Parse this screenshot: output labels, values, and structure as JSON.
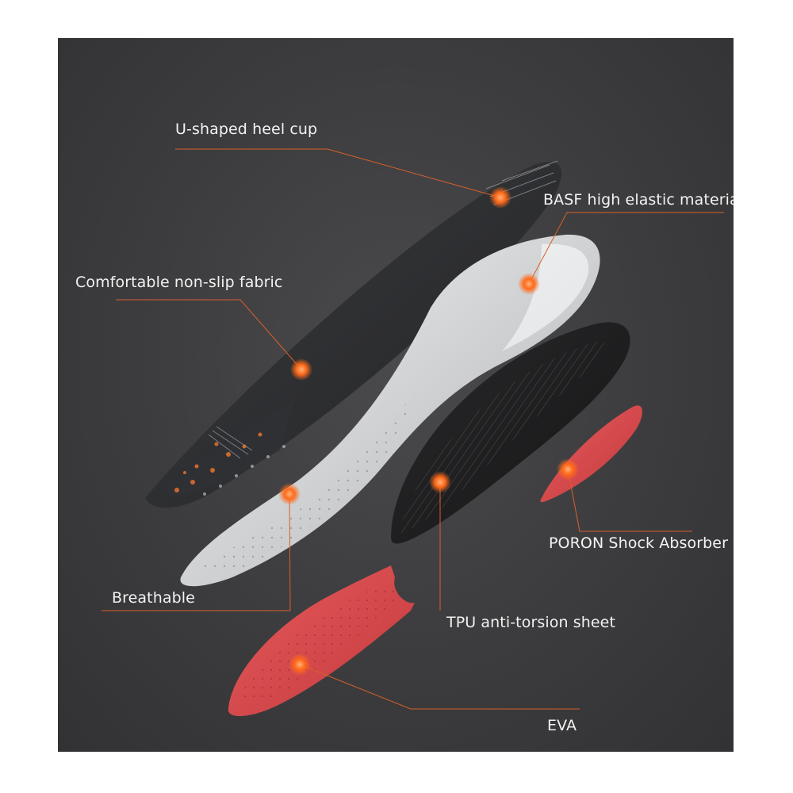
{
  "labels": {
    "heel_cup": "U-shaped heel cup",
    "basf": "BASF high elastic material",
    "fabric": "Comfortable non-slip fabric",
    "breathable": "Breathable",
    "poron": "PORON Shock Absorber",
    "tpu": "TPU anti-torsion sheet",
    "eva": "EVA"
  },
  "colors": {
    "background": "#3c3c3e",
    "leader_line": "#d8602a",
    "marker": "#ff6a1a",
    "label_text": "#f2f2f2",
    "fabric_layer": "#2b2c2e",
    "basf_layer": "#d6d8da",
    "tpu_layer": "#1c1c1e",
    "eva_poron": "#d8474a"
  }
}
